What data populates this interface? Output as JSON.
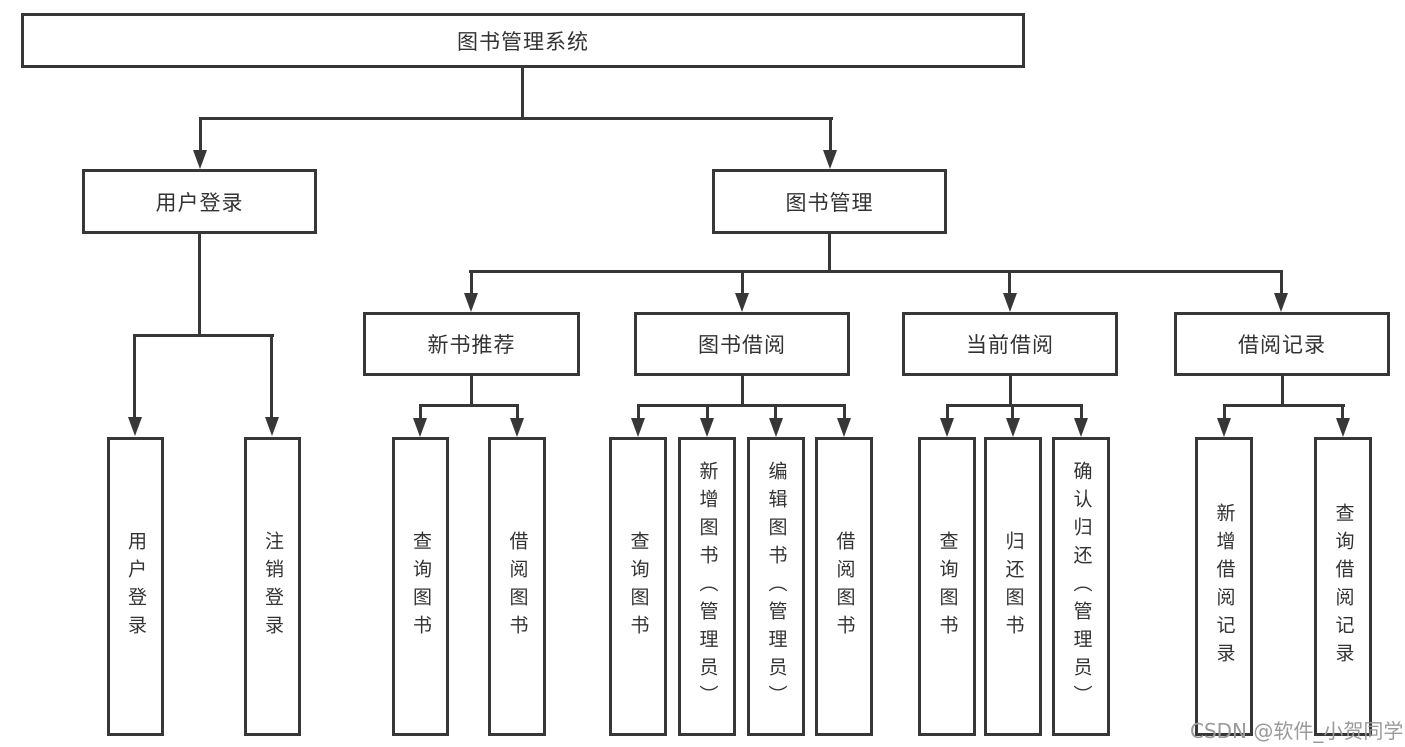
{
  "colors": {
    "line": "#373737",
    "text": "#333333",
    "box_fill": "#ffffff",
    "background": "#ffffff",
    "watermark": "#9a9a9a"
  },
  "watermark": {
    "text": "CSDN @软件_小贺同学"
  },
  "tree": {
    "root": {
      "label": "图书管理系统"
    },
    "branches": [
      {
        "label": "用户登录",
        "children": [
          {
            "label": "用户登录"
          },
          {
            "label": "注销登录"
          }
        ]
      },
      {
        "label": "图书管理",
        "children": [
          {
            "label": "新书推荐",
            "children": [
              {
                "label": "查询图书"
              },
              {
                "label": "借阅图书"
              }
            ]
          },
          {
            "label": "图书借阅",
            "children": [
              {
                "label": "查询图书"
              },
              {
                "label": "新增图书（管理员）"
              },
              {
                "label": "编辑图书（管理员）"
              },
              {
                "label": "借阅图书"
              }
            ]
          },
          {
            "label": "当前借阅",
            "children": [
              {
                "label": "查询图书"
              },
              {
                "label": "归还图书"
              },
              {
                "label": "确认归还（管理员）"
              }
            ]
          },
          {
            "label": "借阅记录",
            "children": [
              {
                "label": "新增借阅记录"
              },
              {
                "label": "查询借阅记录"
              }
            ]
          }
        ]
      }
    ]
  }
}
